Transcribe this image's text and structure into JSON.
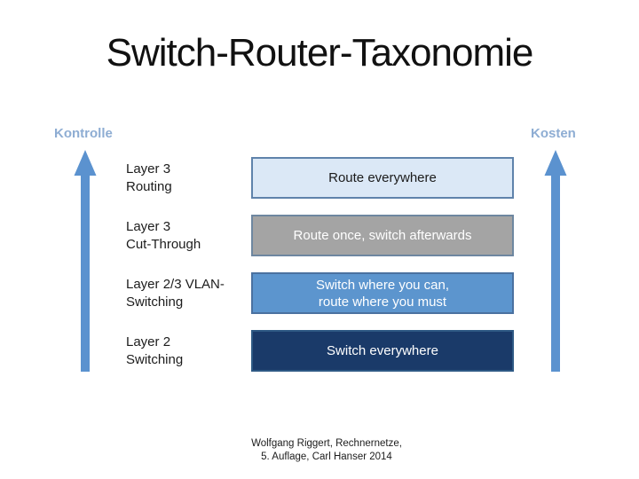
{
  "slide": {
    "title": "Switch-Router-Taxonomie",
    "left_axis_label": "Kontrolle",
    "right_axis_label": "Kosten",
    "rows": [
      {
        "label": "Layer 3\nRouting",
        "box_text": "Route everywhere",
        "box_bg": "#DBE8F6",
        "box_border": "#5F83AB",
        "box_text_color": "#1B1B1B"
      },
      {
        "label": "Layer 3\nCut-Through",
        "box_text": "Route once, switch afterwards",
        "box_bg": "#A4A4A4",
        "box_border": "#6E87A0",
        "box_text_color": "#FFFFFF"
      },
      {
        "label": "Layer 2/3 VLAN-\nSwitching",
        "box_text": "Switch where you can,\nroute where you must",
        "box_bg": "#5C95CE",
        "box_border": "#4A71A0",
        "box_text_color": "#FFFFFF"
      },
      {
        "label": "Layer 2\nSwitching",
        "box_text": "Switch everywhere",
        "box_bg": "#1A3A69",
        "box_border": "#2E5984",
        "box_text_color": "#FFFFFF"
      }
    ],
    "footer": "Wolfgang Riggert, Rechnernetze,\n5. Auflage, Carl Hanser 2014",
    "colors": {
      "background": "#FFFFFF",
      "title": "#111111",
      "axis_label": "#8EADD3",
      "arrow": "#5B92CF",
      "label_text": "#1C1C1C",
      "footer_text": "#1C1C1C"
    }
  }
}
